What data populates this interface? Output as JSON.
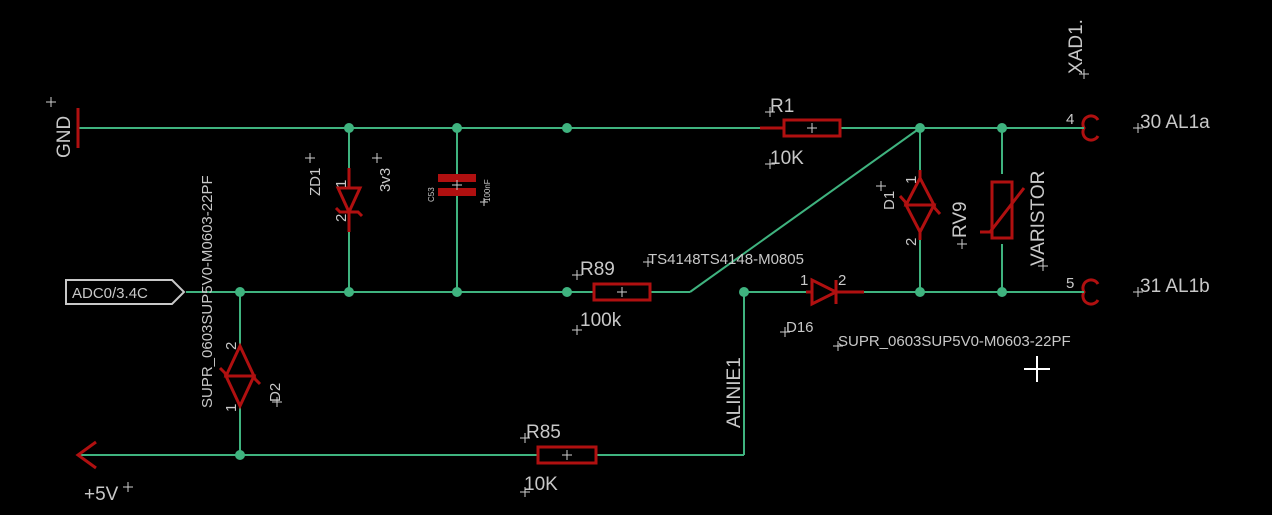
{
  "nets": {
    "gnd": "GND",
    "vcc": "+5V",
    "adc": "ADC0/3.4C"
  },
  "connector": {
    "name": "XAD1.",
    "pin4": "4",
    "pin4_signal": "30 AL1a",
    "pin5": "5",
    "pin5_signal": "31 AL1b"
  },
  "resistors": {
    "r1": {
      "name": "R1",
      "value": "10K"
    },
    "r89": {
      "name": "R89",
      "value": "100k"
    },
    "r85": {
      "name": "R85",
      "value": "10K"
    }
  },
  "zener_zd1": {
    "name": "ZD1",
    "value": "3v3",
    "pin1": "1",
    "pin2": "2"
  },
  "capacitor_c53": {
    "name": "C53",
    "value": "100nF"
  },
  "tvs_d1": {
    "name": "D1",
    "pin1": "1",
    "pin2": "2"
  },
  "varistor_rv9": {
    "name": "RV9",
    "value": "VARISTOR"
  },
  "diode_d16": {
    "name": "D16",
    "value": "TS4148TS4148-M0805",
    "pin1": "1",
    "pin2": "2"
  },
  "tvs_d2": {
    "name": "D2",
    "value": "SUPR_0603SUP5V0-M0603-22PF",
    "pin1": "1",
    "pin2": "2"
  },
  "d1_value": "SUPR_0603SUP5V0-M0603-22PF",
  "net_alinie": "ALINIE1",
  "colors": {
    "background": "#000000",
    "wire": "#3fb37f",
    "part": "#b01010",
    "text": "#c8c8c8",
    "adc_port": "#c8c8c8"
  }
}
